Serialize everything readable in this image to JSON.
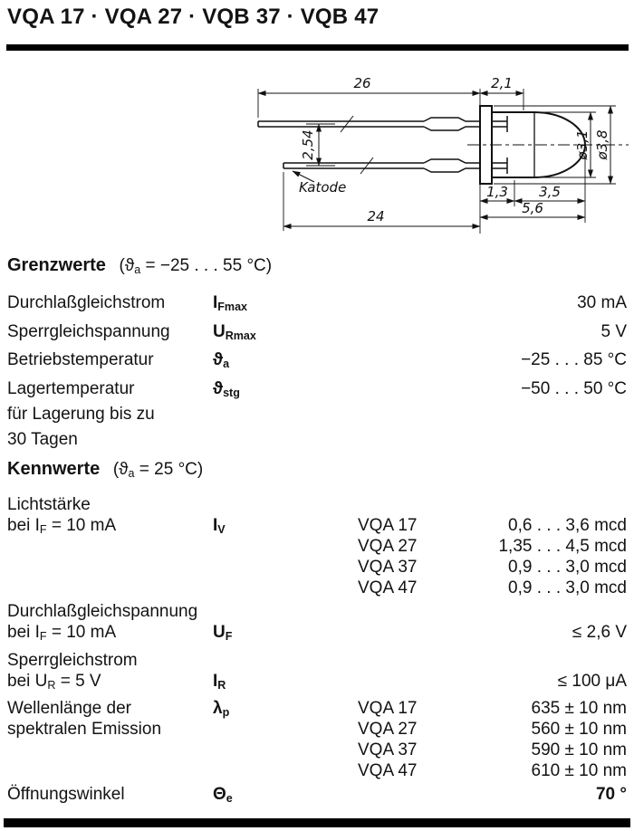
{
  "title": "VQA 17 · VQA 27 · VQB 37 · VQB 47",
  "drawing": {
    "dim_lead_long": "26",
    "dim_flange_offset": "2,1",
    "dim_pitch": "2,54",
    "katode": "Katode",
    "dim_lead_short": "24",
    "dim_1_3": "1,3",
    "dim_3_5": "3,5",
    "dim_5_6": "5,6",
    "dia_dome": "ø3,1",
    "dia_flange": "ø3,8"
  },
  "grenzwerte": {
    "heading": "Grenzwerte",
    "cond_pre": "(ϑ",
    "cond_sub": "a",
    "cond_post": " = −25 . . . 55 °C)",
    "rows": [
      {
        "label": "Durchlaßgleichstrom",
        "sym": "I",
        "sub": "Fmax",
        "value": "30 mA"
      },
      {
        "label": "Sperrgleichspannung",
        "sym": "U",
        "sub": "Rmax",
        "value": "5 V"
      },
      {
        "label": "Betriebstemperatur",
        "sym": "ϑ",
        "sub": "a",
        "value": "−25 . . . 85 °C"
      },
      {
        "label": "Lagertemperatur",
        "label2": "für Lagerung bis zu",
        "label3": "30 Tagen",
        "sym": "ϑ",
        "sub": "stg",
        "value": "−50 . . . 50 °C"
      }
    ]
  },
  "kennwerte": {
    "heading": "Kennwerte",
    "cond_pre": "(ϑ",
    "cond_sub": "a",
    "cond_post": " = 25 °C)",
    "rows": [
      {
        "label": "Lichtstärke",
        "label2_pre": "bei I",
        "label2_sub": "F",
        "label2_post": " = 10 mA",
        "sym": "I",
        "sub": "V",
        "items": [
          {
            "type": "VQA 17",
            "value": "0,6 . . . 3,6 mcd"
          },
          {
            "type": "VQA 27",
            "value": "1,35 . . . 4,5 mcd"
          },
          {
            "type": "VQA 37",
            "value": "0,9 . . . 3,0 mcd"
          },
          {
            "type": "VQA 47",
            "value": "0,9 . . . 3,0 mcd"
          }
        ]
      },
      {
        "label": "Durchlaßgleichspannung",
        "label2_pre": "bei I",
        "label2_sub": "F",
        "label2_post": " = 10 mA",
        "sym": "U",
        "sub": "F",
        "value": "≤ 2,6 V"
      },
      {
        "label": "Sperrgleichstrom",
        "label2_pre": "bei U",
        "label2_sub": "R",
        "label2_post": " = 5 V",
        "sym": "I",
        "sub": "R",
        "value": "≤ 100 μA"
      },
      {
        "label": "Wellenlänge der",
        "label2": "spektralen Emission",
        "sym": "λ",
        "sub": "p",
        "items": [
          {
            "type": "VQA 17",
            "value": "635 ± 10 nm"
          },
          {
            "type": "VQA 27",
            "value": "560 ± 10 nm"
          },
          {
            "type": "VQA 37",
            "value": "590 ± 10 nm"
          },
          {
            "type": "VQA 47",
            "value": "610 ± 10 nm"
          }
        ]
      },
      {
        "label": "Öffnungswinkel",
        "sym": "Θ",
        "sub": "e",
        "value": "70 °"
      }
    ]
  }
}
